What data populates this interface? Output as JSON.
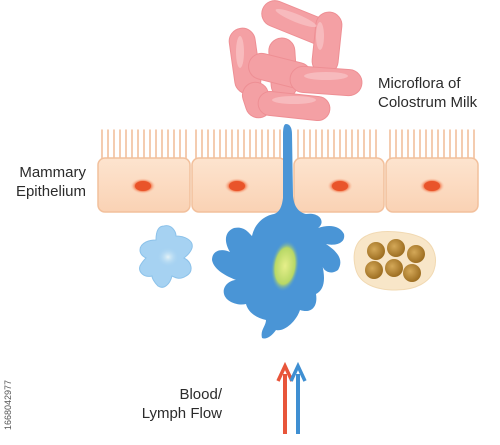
{
  "labels": {
    "microflora_line1": "Microflora of",
    "microflora_line2": "Colostrum Milk",
    "epithelium_line1": "Mammary",
    "epithelium_line2": "Epithelium",
    "flow_line1": "Blood/",
    "flow_line2": "Lymph Flow"
  },
  "stock_id": "1668042977",
  "colors": {
    "bacteria": "#f4a0a4",
    "bacteria_highlight": "#f9c6c8",
    "epithelial_cell": "#fcdcc4",
    "epithelial_border": "#f2c09c",
    "nucleus": "#ee5a2c",
    "dendritic_cell": "#4a95d6",
    "dendritic_nucleus": "#c6df68",
    "small_cell": "#a6d2f2",
    "small_cell_nucleus": "#d9eef7",
    "granule_cell": "#f8e6c8",
    "granule": "#b98a3a",
    "arrow_red": "#e8553a",
    "arrow_blue": "#3f8fd2"
  }
}
